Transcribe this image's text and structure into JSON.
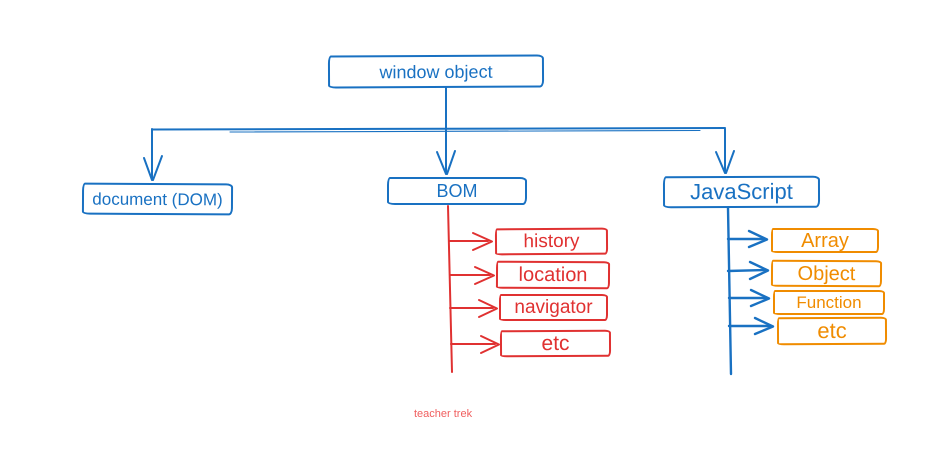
{
  "diagram": {
    "description": "window object hierarchy tree",
    "root": {
      "label": "window object"
    },
    "branches": {
      "document": {
        "label": "document (DOM)"
      },
      "bom": {
        "label": "BOM"
      },
      "javascript": {
        "label": "JavaScript"
      }
    },
    "bom_children": [
      {
        "label": "history"
      },
      {
        "label": "location"
      },
      {
        "label": "navigator"
      },
      {
        "label": "etc"
      }
    ],
    "javascript_children": [
      {
        "label": "Array"
      },
      {
        "label": "Object"
      },
      {
        "label": "Function"
      },
      {
        "label": "etc"
      }
    ]
  },
  "colors": {
    "blue": "#1971c2",
    "red": "#e03131",
    "orange": "#f08c00",
    "watermark": "#f05e5e",
    "background": "#ffffff"
  },
  "watermark": {
    "text": "teacher trek"
  }
}
